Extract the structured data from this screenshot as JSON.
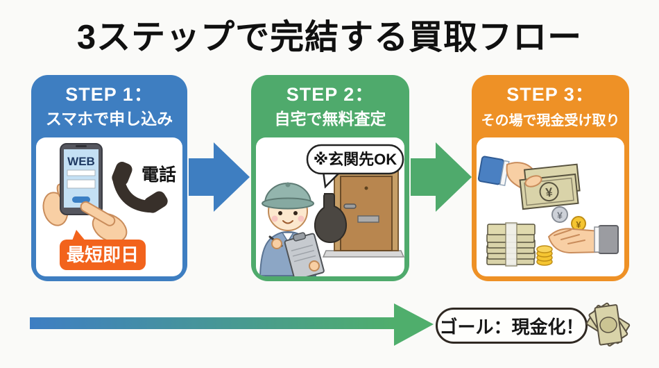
{
  "title": "3ステップで完結する買取フロー",
  "steps": [
    {
      "label": "STEP 1：",
      "subtitle": "スマホで申し込み",
      "web_label": "WEB",
      "phone_label": "電話",
      "badge": "最短即日"
    },
    {
      "label": "STEP 2：",
      "subtitle": "自宅で無料査定",
      "bubble": "※玄関先OK"
    },
    {
      "label": "STEP 3：",
      "subtitle": "その場で現金受け取り",
      "yen": "¥"
    }
  ],
  "goal": {
    "label": "ゴール：現金化！"
  },
  "colors": {
    "step1_blue": "#3e7ec1",
    "step2_green": "#4faa6c",
    "step3_orange": "#ee9126",
    "badge_orange": "#f2631c",
    "flow_gradient_start": "#3e7ec3",
    "flow_gradient_end": "#4fae6c",
    "background": "#fafaf8"
  }
}
